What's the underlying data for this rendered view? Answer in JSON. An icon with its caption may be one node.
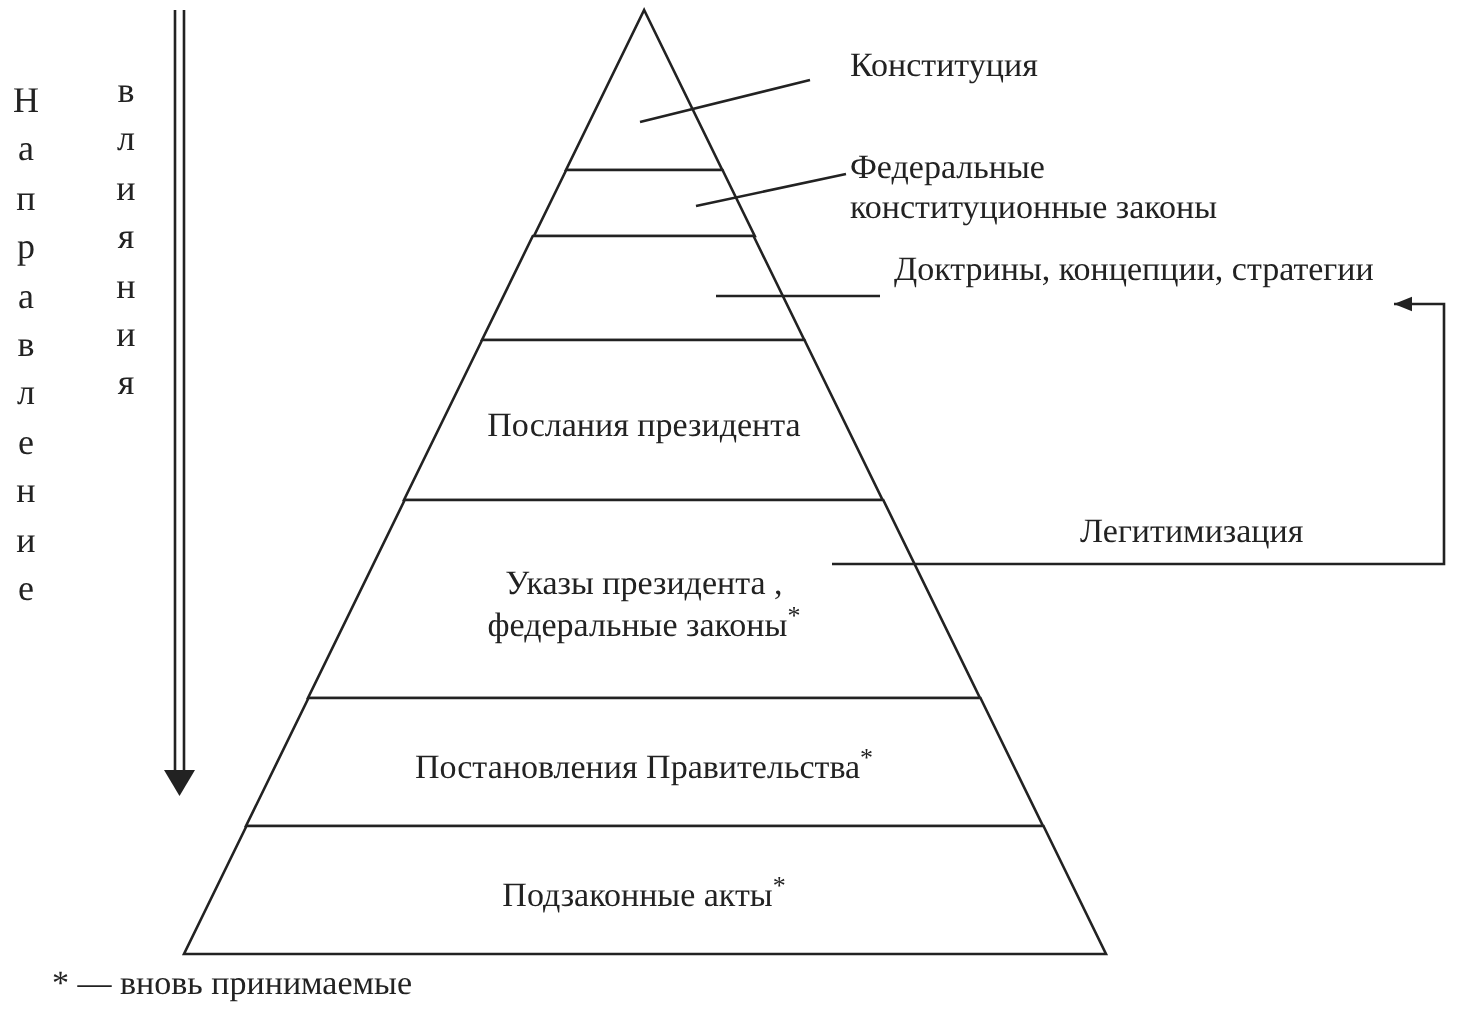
{
  "diagram": {
    "nodes": [
      {
        "text": [],
        "shape": "triangle"
      },
      {
        "text": [],
        "shape": "band"
      },
      {
        "text": [],
        "shape": "band"
      },
      {
        "text": [
          "Послания президента"
        ]
      },
      {
        "text": [
          "Указы президента , федеральные законы$^{*}$"
        ]
      },
      {
        "text": [
          "Постановления Правительства$^{*}$"
        ]
      },
      {
        "text": [
          "Подзаконные акты$^{*}$"
        ]
      },
      {
        "text": [
          "Конституция"
        ]
      },
      {
        "text": [
          "Федеральные конституционные законы"
        ]
      },
      {
        "text": [
          "Доктрины, концепции, стратегии"
        ]
      }
    ],
    "edges": [
      {
        "from": 7,
        "to": 0,
        "arrow": "none"
      },
      {
        "from": 8,
        "to": 1,
        "arrow": "none"
      },
      {
        "from": 9,
        "to": 2,
        "arrow": "none"
      },
      {
        "from": 4,
        "to": 9,
        "arrow": "to",
        "label": "Легитимизация"
      }
    ],
    "labels": [
      "Направление",
      "влияния",
      "* — вновь принимаемые"
    ]
  }
}
